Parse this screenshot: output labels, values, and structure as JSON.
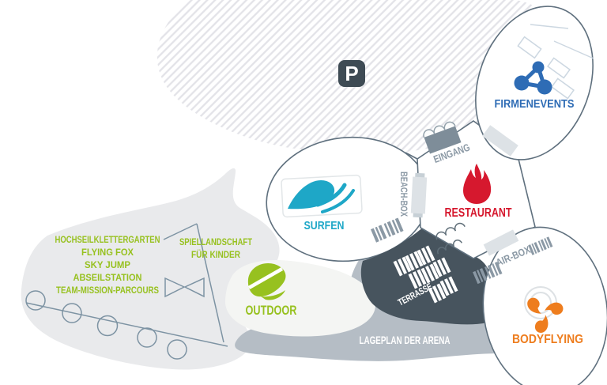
{
  "title_band": {
    "label": "LAGEPLAN DER ARENA"
  },
  "parking": {
    "label": "P"
  },
  "areas": {
    "surfen": {
      "label": "SURFEN"
    },
    "restaurant": {
      "label": "RESTAURANT"
    },
    "firmenevents": {
      "label": "FIRMENEVENTS"
    },
    "bodyflying": {
      "label": "BODYFLYING"
    },
    "outdoor": {
      "label": "OUTDOOR"
    }
  },
  "markers": {
    "eingang": "EINGANG",
    "beach_box": "BEACH-BOX",
    "air_box": "AIR-BOX",
    "terrasse": "TERRASSE"
  },
  "outdoor_activities": [
    "HOCHSEILKLETTERGARTEN",
    "FLYING FOX",
    "SKY JUMP",
    "ABSEILSTATION",
    "TEAM-MISSION-PARCOURS"
  ],
  "playground": {
    "line1": "SPIELLANDSCHAFT",
    "line2": "FÜR KINDER"
  },
  "icons": {
    "parking": "parking-icon",
    "wave": "wave-icon",
    "flame": "flame-icon",
    "network": "network-icon",
    "propeller": "propeller-icon",
    "leaf": "leaf-icon"
  },
  "colors": {
    "green": "#97c11f",
    "cyan": "#1ea7c7",
    "red": "#d6182e",
    "orange": "#ee7d1e",
    "blue": "#2e6cb5",
    "slate": "#5f707e",
    "dark": "#47545e",
    "band": "#b5bdc5",
    "lightgray": "#e9eaec",
    "labelgray": "#8b99a5",
    "parking_bg": "#3e4b54",
    "white": "#ffffff"
  }
}
